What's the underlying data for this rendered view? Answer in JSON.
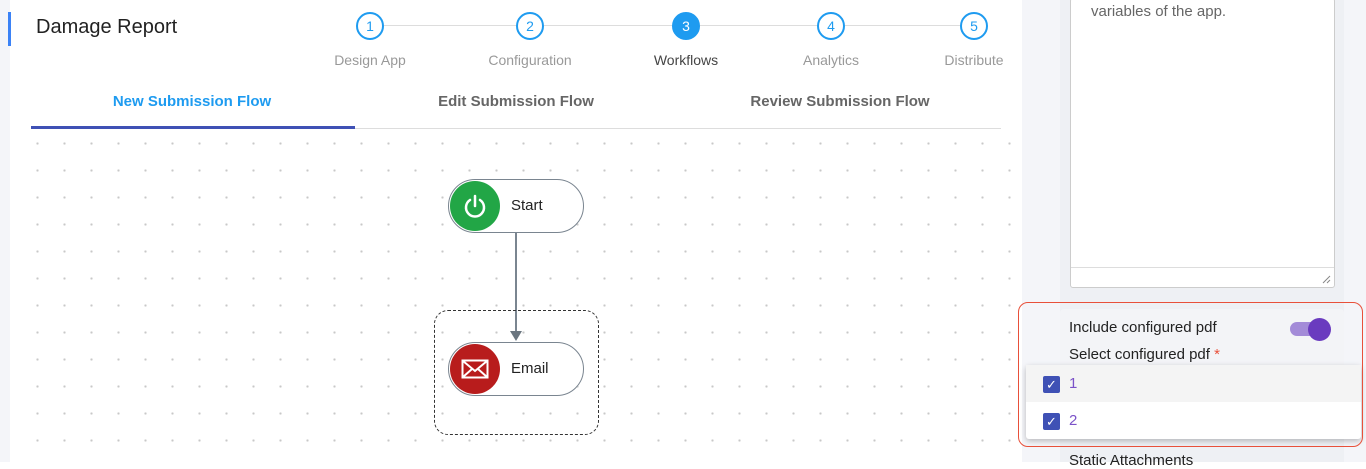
{
  "header": {
    "title": "Damage Report"
  },
  "stepper": [
    {
      "num": "1",
      "label": "Design App",
      "active": false
    },
    {
      "num": "2",
      "label": "Configuration",
      "active": false
    },
    {
      "num": "3",
      "label": "Workflows",
      "active": true
    },
    {
      "num": "4",
      "label": "Analytics",
      "active": false
    },
    {
      "num": "5",
      "label": "Distribute",
      "active": false
    }
  ],
  "tabs": [
    {
      "label": "New Submission Flow",
      "active": true
    },
    {
      "label": "Edit Submission Flow",
      "active": false
    },
    {
      "label": "Review Submission Flow",
      "active": false
    }
  ],
  "flow": {
    "nodes": [
      {
        "label": "Start",
        "icon": "power-icon",
        "color": "#22a646"
      },
      {
        "label": "Email",
        "icon": "envelope-icon",
        "color": "#b81c1c"
      }
    ]
  },
  "panel": {
    "textarea_text": "variables of the app.",
    "include_pdf_label": "Include configured pdf",
    "include_pdf_on": true,
    "select_pdf_label": "Select configured pdf",
    "required_mark": "*",
    "options": [
      {
        "label": "1",
        "checked": true
      },
      {
        "label": "2",
        "checked": true
      }
    ],
    "static_attachments": "Static Attachments"
  }
}
